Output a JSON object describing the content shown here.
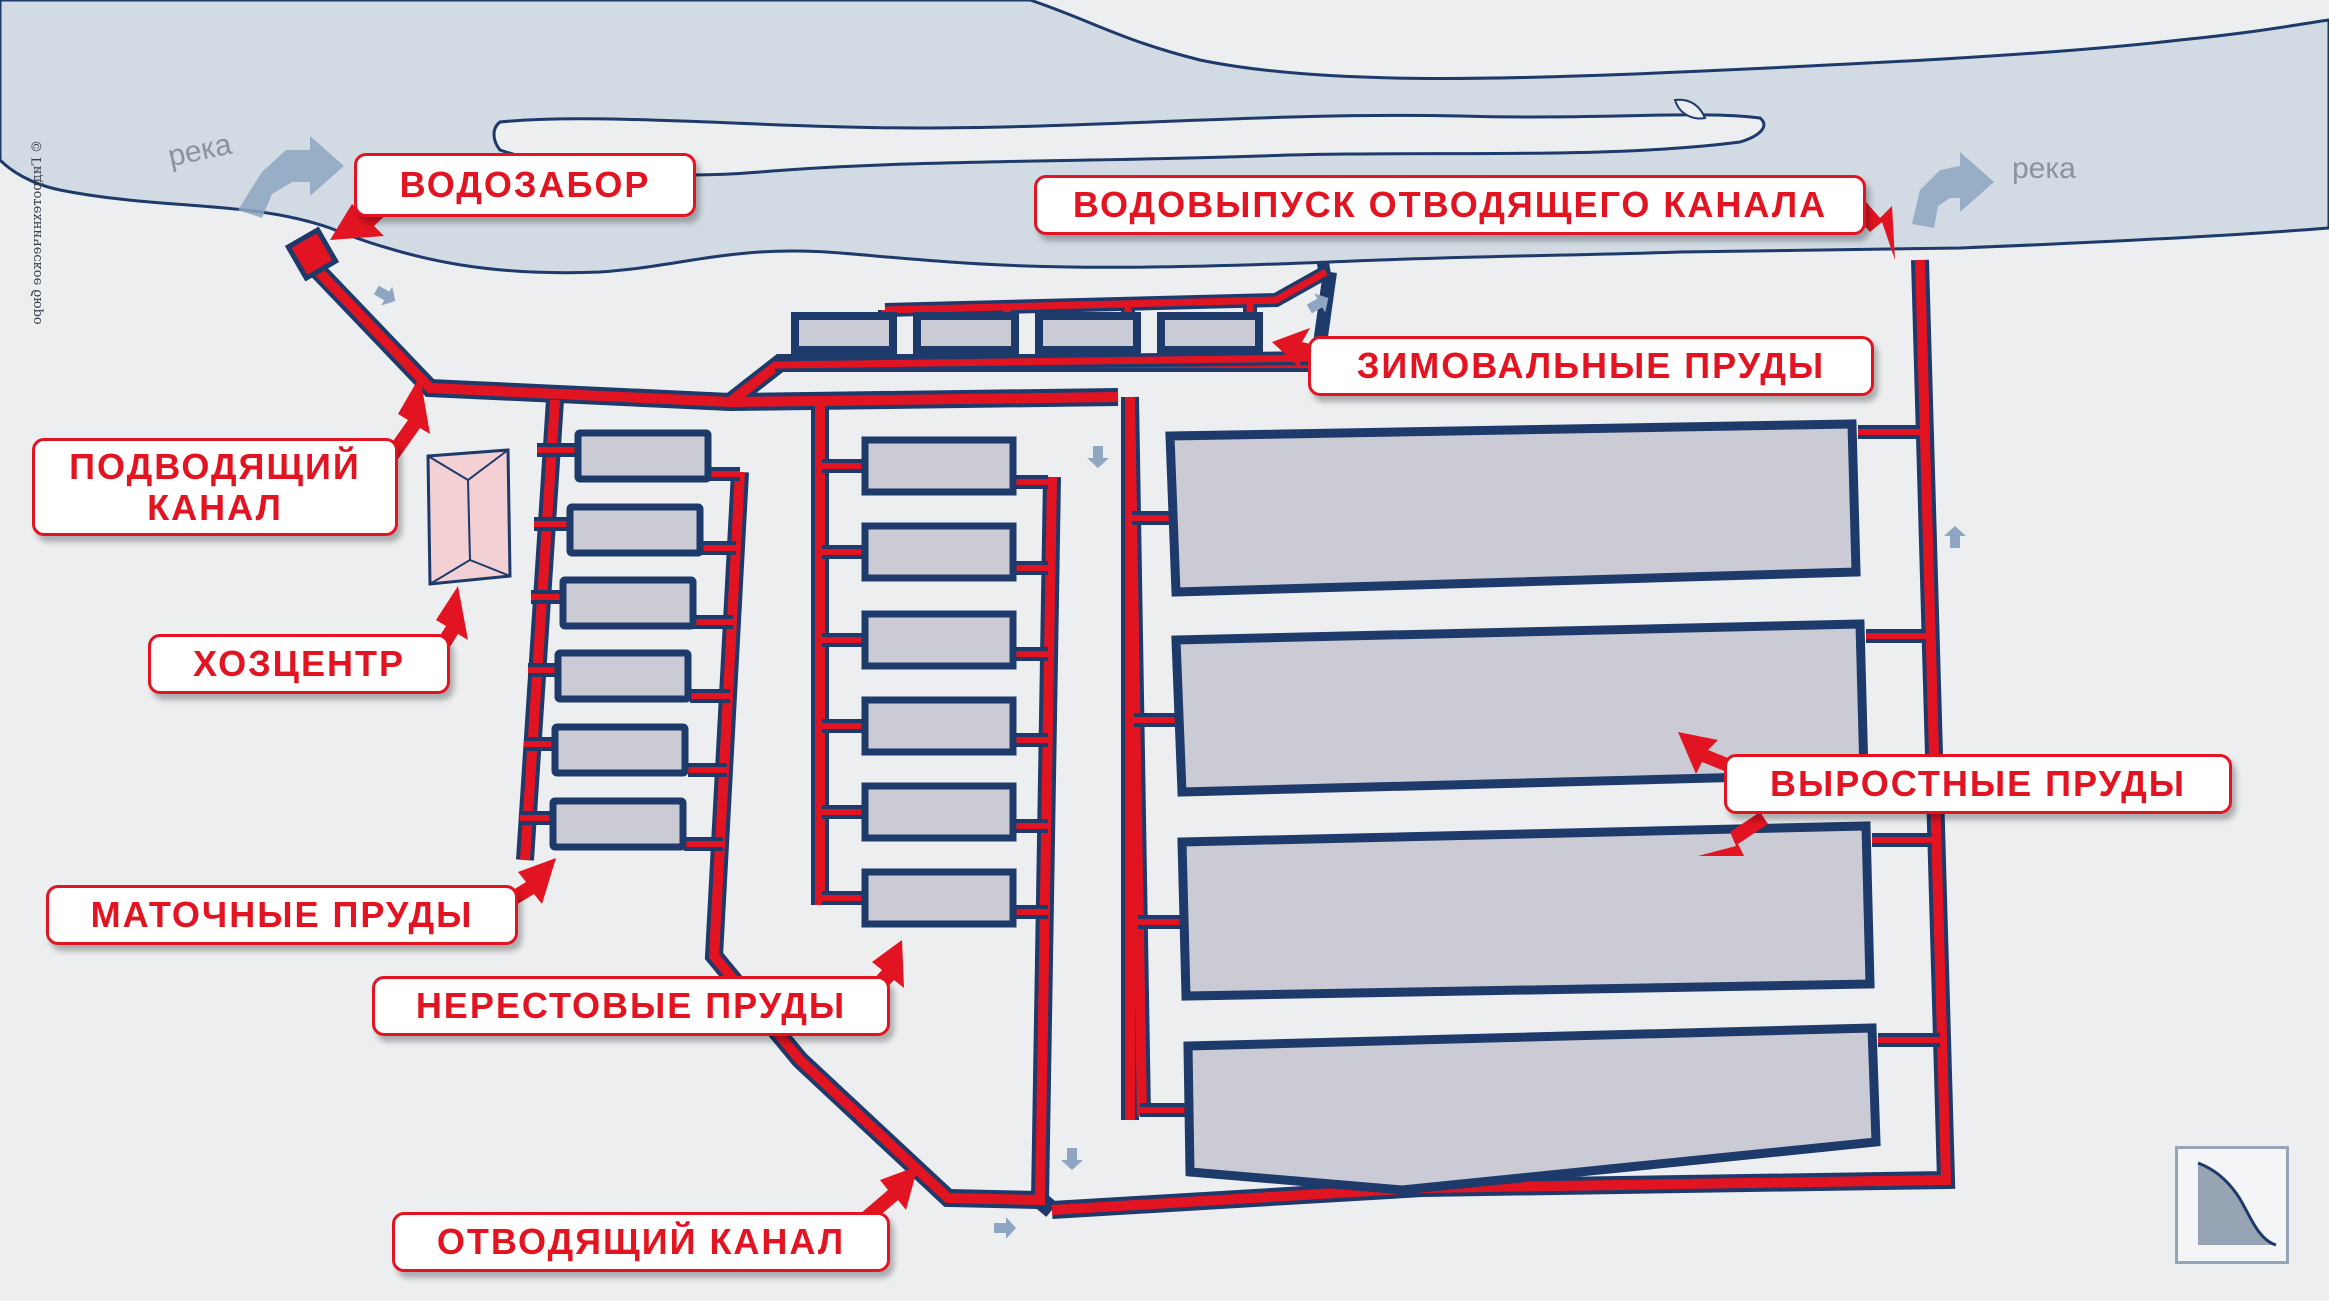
{
  "labels": {
    "vodozabor": "ВОДОЗАБОР",
    "vodovypusk": "ВОДОВЫПУСК ОТВОДЯЩЕГО КАНАЛА",
    "zimovalnye": "ЗИМОВАЛЬНЫЕ ПРУДЫ",
    "podvodyashchiy": "ПОДВОДЯЩИЙ КАНАЛ",
    "khozcentr": "ХОЗЦЕНТР",
    "vyrostnye": "ВЫРОСТНЫЕ ПРУДЫ",
    "matochnye": "МАТОЧНЫЕ ПРУДЫ",
    "nerestovye": "НЕРЕСТОВЫЕ ПРУДЫ",
    "otvodyashchiy": "ОТВОДЯЩИЙ КАНАЛ"
  },
  "river_left": "река",
  "river_right": "река",
  "copyright": "© Гидротехническое бюро",
  "icons": {
    "flow_arrow": "flow-arrow-icon",
    "logo": "hydro-profile-logo-icon"
  },
  "colors": {
    "canal": "#e31421",
    "outline": "#1d3a6b",
    "water": "#d2dae3",
    "pond": "#cbcbd6",
    "background": "#eceeef",
    "arrow": "#8ea6c1"
  }
}
